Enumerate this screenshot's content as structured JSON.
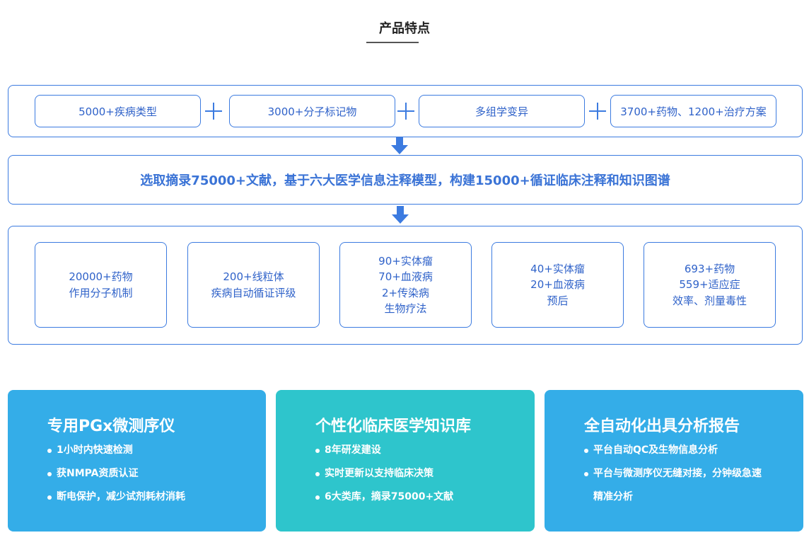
{
  "header": {
    "title": "产品特点"
  },
  "sources": [
    "5000+疾病类型",
    "3000+分子标记物",
    "多组学变异",
    "3700+药物、1200+治疗方案"
  ],
  "pipeline": {
    "text": "选取摘录75000+文献，基于六大医学信息注释模型，构建15000+循证临床注释和知识图谱"
  },
  "results": [
    {
      "lines": [
        "20000+药物",
        "作用分子机制"
      ]
    },
    {
      "lines": [
        "200+线粒体",
        "疾病自动循证评级"
      ]
    },
    {
      "lines": [
        "90+实体瘤",
        "70+血液病",
        "2+传染病",
        "生物疗法"
      ]
    },
    {
      "lines": [
        "40+实体瘤",
        "20+血液病",
        "预后"
      ]
    },
    {
      "lines": [
        "693+药物",
        "559+适应症",
        "效率、剂量毒性"
      ]
    }
  ],
  "cards": [
    {
      "title": "专用PGx微测序仪",
      "color": "#34ade8",
      "items": [
        "1小时内快速检测",
        "获NMPA资质认证",
        "断电保护，减少试剂耗材消耗"
      ]
    },
    {
      "title": "个性化临床医学知识库",
      "color": "#2ec5cc",
      "items": [
        "8年研发建设",
        "实时更新以支持临床决策",
        "6大类库，摘录75000+文献"
      ]
    },
    {
      "title": "全自动化出具分析报告",
      "color": "#34ade8",
      "items": [
        "平台自动QC及生物信息分析",
        "平台与微测序仪无缝对接，分钟级急速精准分析"
      ]
    }
  ],
  "colors": {
    "accent": "#3c7be0",
    "text_blue": "#2f62c9",
    "card_blue": "#34ade8",
    "card_teal": "#2ec5cc"
  }
}
